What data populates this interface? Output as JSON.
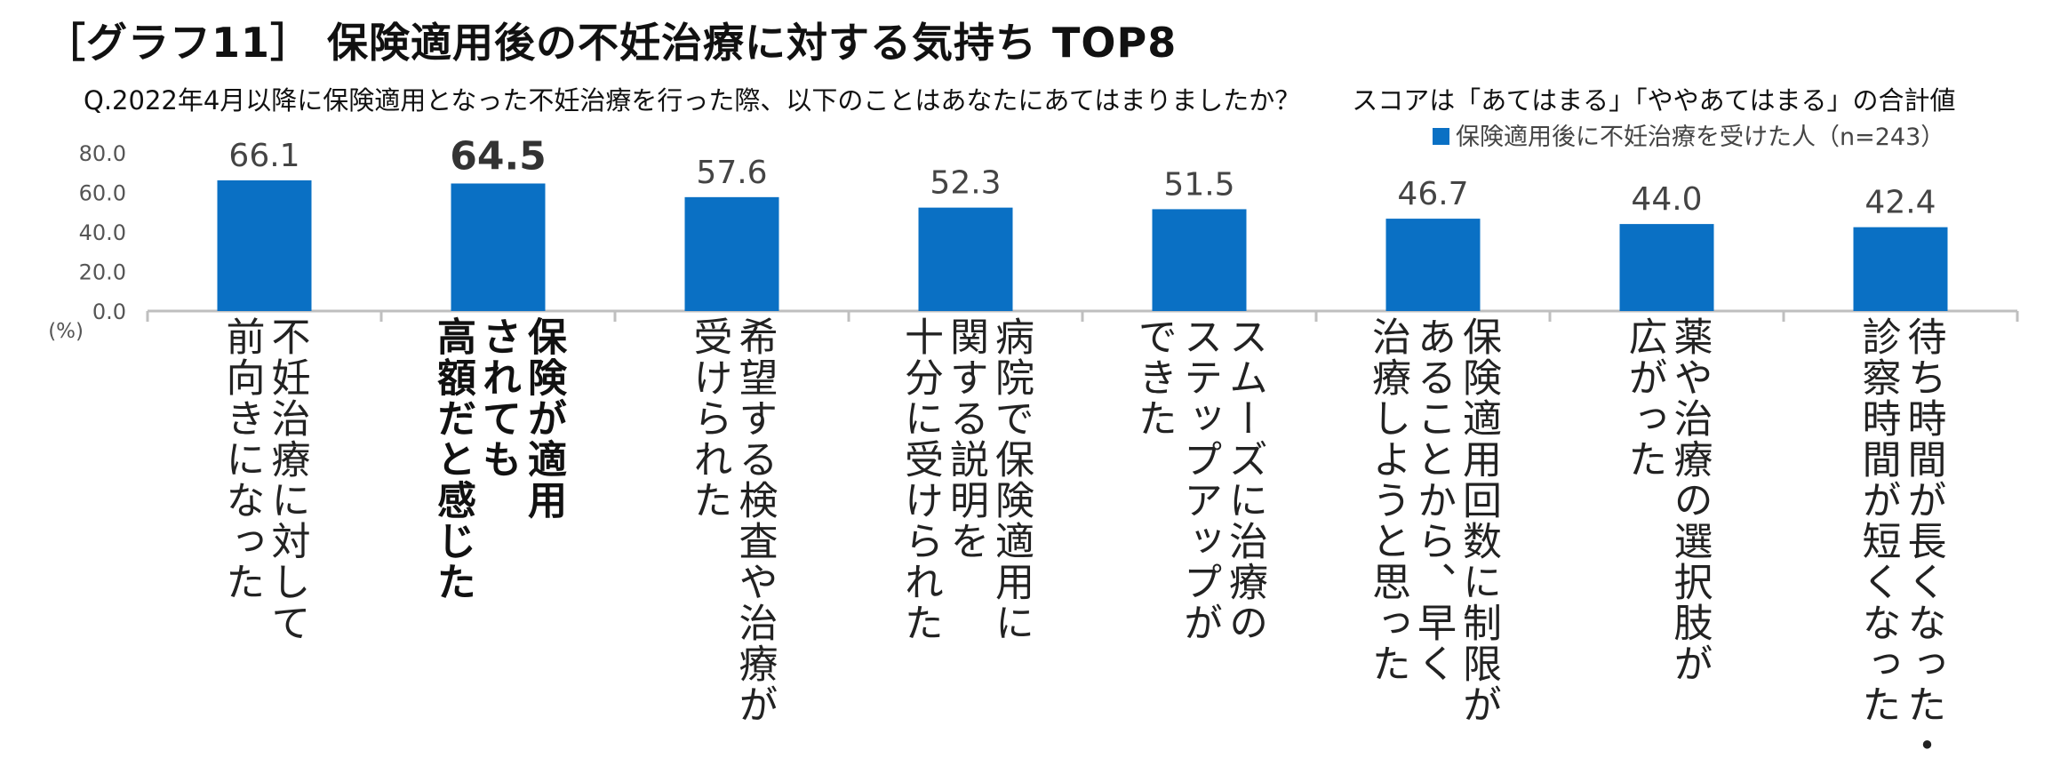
{
  "title": "［グラフ11］ 保険適用後の不妊治療に対する気持ち TOP8",
  "question": "Q.2022年4月以降に保険適用となった不妊治療を行った際、以下のことはあなたにあてはまりましたか？　　スコアは「あてはまる」「ややあてはまる」の合計値",
  "colors": {
    "bar": "#0a70c4",
    "axis": "#bfbfbf",
    "text": "#222222"
  },
  "chart_data": {
    "type": "bar",
    "ylim": [
      0,
      80
    ],
    "yticks": [
      "0.0",
      "20.0",
      "40.0",
      "60.0",
      "80.0"
    ],
    "yunit": "(%)",
    "grid": false,
    "legend_position": "top-right",
    "series": [
      {
        "name": "保険適用後に不妊治療を受けた人（n=243）",
        "values": [
          66.1,
          64.5,
          57.6,
          52.3,
          51.5,
          46.7,
          44.0,
          42.4
        ]
      }
    ],
    "data_labels": [
      "66.1",
      "64.5",
      "57.6",
      "52.3",
      "51.5",
      "46.7",
      "44.0",
      "42.4"
    ],
    "highlight_index": 1,
    "categories": [
      [
        "不妊治療に対して",
        "前向きになった"
      ],
      [
        "保険が適用",
        "されても",
        "高額だと感じた"
      ],
      [
        "希望する検査や治療が",
        "受けられた"
      ],
      [
        "病院で保険適用に",
        "関する説明を",
        "十分に受けられた"
      ],
      [
        "スムーズに治療の",
        "ステップアップが",
        "できた"
      ],
      [
        "保険適用回数に制限が",
        "あることから、早く",
        "治療しようと思った"
      ],
      [
        "薬や治療の選択肢が",
        "広がった"
      ],
      [
        "待ち時間が長くなった・",
        "診察時間が短くなった"
      ]
    ]
  }
}
